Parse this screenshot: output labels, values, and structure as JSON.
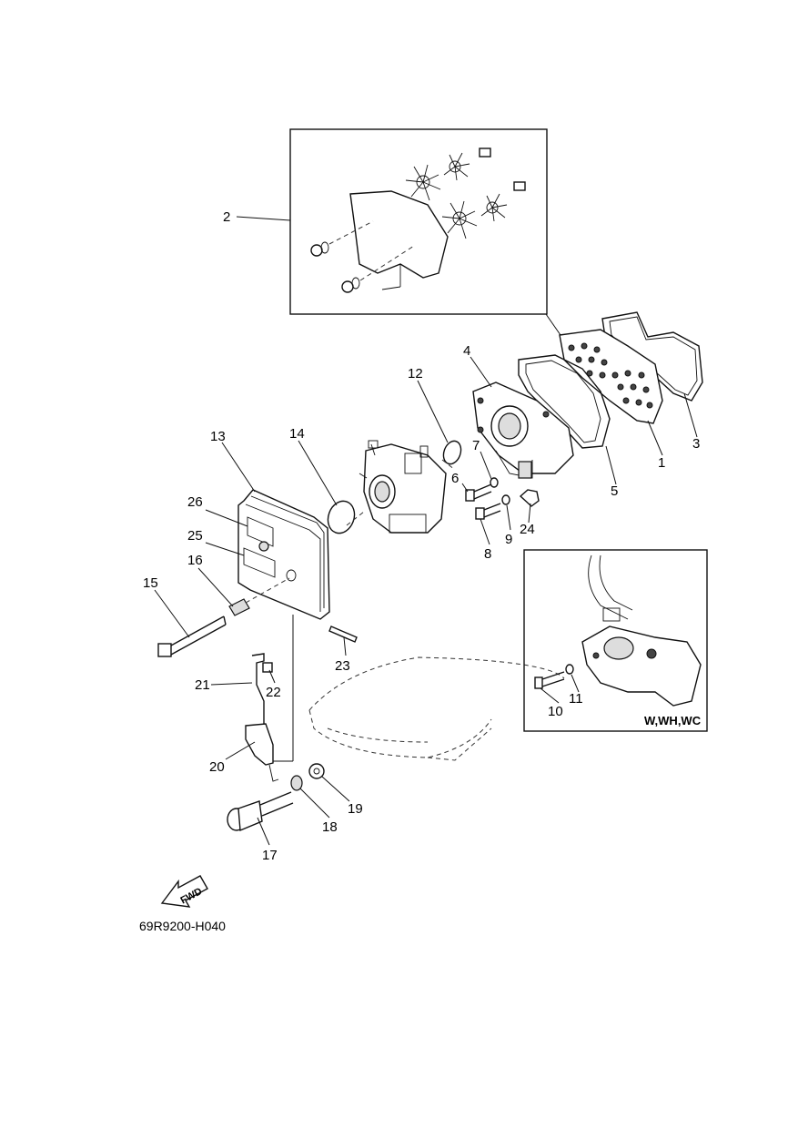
{
  "diagram": {
    "part_labels": [
      "1",
      "2",
      "3",
      "4",
      "5",
      "6",
      "7",
      "8",
      "9",
      "10",
      "11",
      "12",
      "13",
      "14",
      "15",
      "16",
      "17",
      "18",
      "19",
      "20",
      "21",
      "22",
      "23",
      "24",
      "25",
      "26"
    ],
    "fwd_label": "FWD",
    "variant_label": "W,WH,WC",
    "drawing_code": "69R9200-H040"
  }
}
